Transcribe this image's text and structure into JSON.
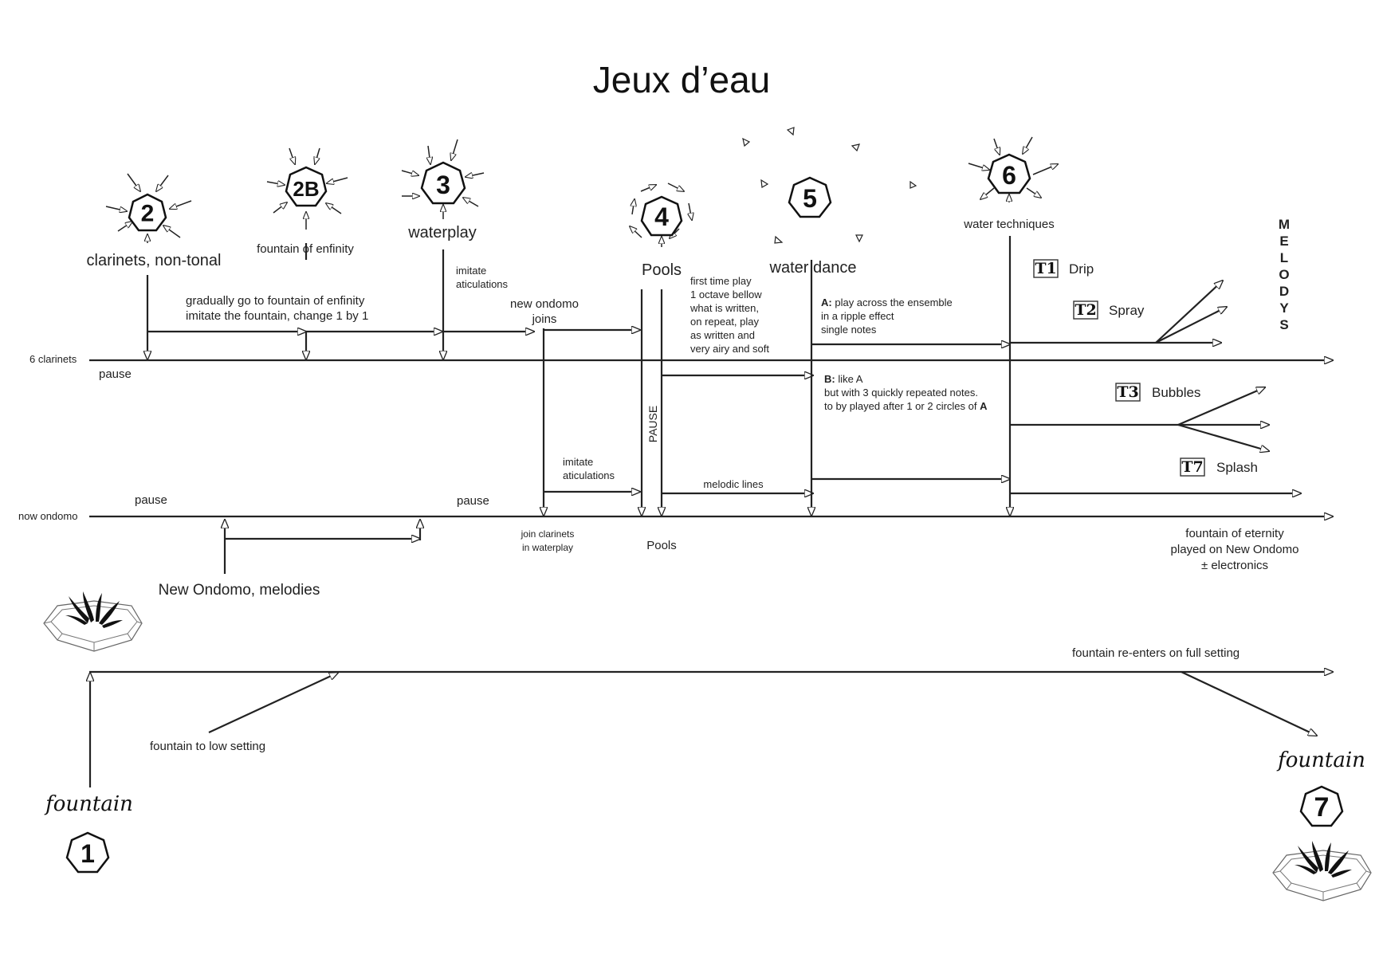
{
  "title": "Jeux d’eau",
  "staves": {
    "clarinets": "6 clarinets",
    "ondomo": "now ondomo"
  },
  "sections": {
    "s1": {
      "number": "1",
      "label": "fountain"
    },
    "s2": {
      "number": "2",
      "label": "clarinets, non-tonal"
    },
    "s2b": {
      "number": "2B",
      "label": "fountain of enfinity"
    },
    "s3": {
      "number": "3",
      "label": "waterplay"
    },
    "s4": {
      "number": "4",
      "label": "Pools"
    },
    "s5": {
      "number": "5",
      "label": "water dance"
    },
    "s6": {
      "number": "6",
      "label": "water techniques"
    },
    "s7": {
      "number": "7",
      "label": "fountain"
    }
  },
  "instructions": {
    "gradually_1": "gradually go to fountain of enfinity",
    "gradually_2": "imitate the fountain, change 1 by 1",
    "imitate_top_1": "imitate",
    "imitate_top_2": "aticulations",
    "new_ondomo_1": "new ondomo",
    "new_ondomo_2": "joins",
    "pause_clar": "pause",
    "pause_ond_1": "pause",
    "pause_ond_2": "pause",
    "pause_vertical": "PAUSE",
    "first_time": [
      "first time play",
      "1 octave bellow",
      "what is written,",
      "on repeat, play",
      "as written and",
      "very airy and soft"
    ],
    "a_label": "A:",
    "a_text_1": "play across the ensemble",
    "a_text_2": "in a ripple effect",
    "a_text_3": "single notes",
    "b_label": "B:",
    "b_text_1": "like A",
    "b_text_2": "but with 3 quickly repeated notes.",
    "b_text_3": "to by played after 1 or 2 circles of",
    "b_text_3_bold": "A",
    "imitate_bot_1": "imitate",
    "imitate_bot_2": "aticulations",
    "melodic_lines": "melodic lines",
    "join_1": "join clarinets",
    "join_2": "in waterplay",
    "pools_bottom": "Pools",
    "new_ondomo_melodies": "New Ondomo, melodies",
    "eternity_1": "fountain of eternity",
    "eternity_2": "played on New Ondomo",
    "eternity_3": "± electronics",
    "low_setting": "fountain to low setting",
    "reenters": "fountain re-enters on full setting"
  },
  "techniques": [
    {
      "code": "T1",
      "name": "Drip"
    },
    {
      "code": "T2",
      "name": "Spray"
    },
    {
      "code": "T3",
      "name": "Bubbles"
    },
    {
      "code": "T7",
      "name": "Splash"
    }
  ],
  "melodys": [
    "M",
    "E",
    "L",
    "O",
    "D",
    "Y",
    "S"
  ],
  "icons": [
    "fountain-basin-icon",
    "hexagon-section-icon",
    "burst-arrows-icon",
    "triangle-droplet-icon"
  ]
}
